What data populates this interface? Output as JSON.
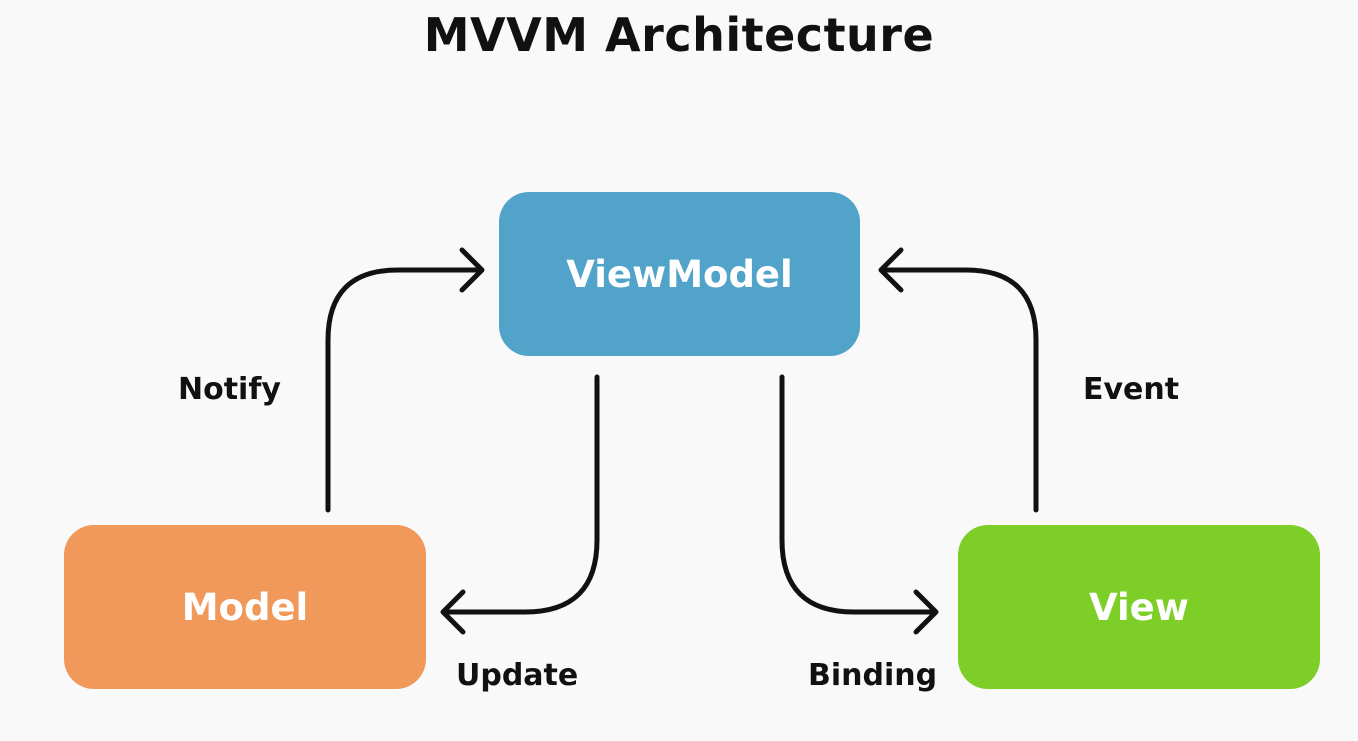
{
  "title": "MVVM Architecture",
  "colors": {
    "viewmodel": "#51a3c9",
    "model": "#f0995b",
    "view": "#7dcf27",
    "arrow": "#111111",
    "background": "#f9f9f9"
  },
  "nodes": {
    "viewmodel": "ViewModel",
    "model": "Model",
    "view": "View"
  },
  "edges": {
    "notify": "Notify",
    "event": "Event",
    "update": "Update",
    "binding": "Binding"
  }
}
